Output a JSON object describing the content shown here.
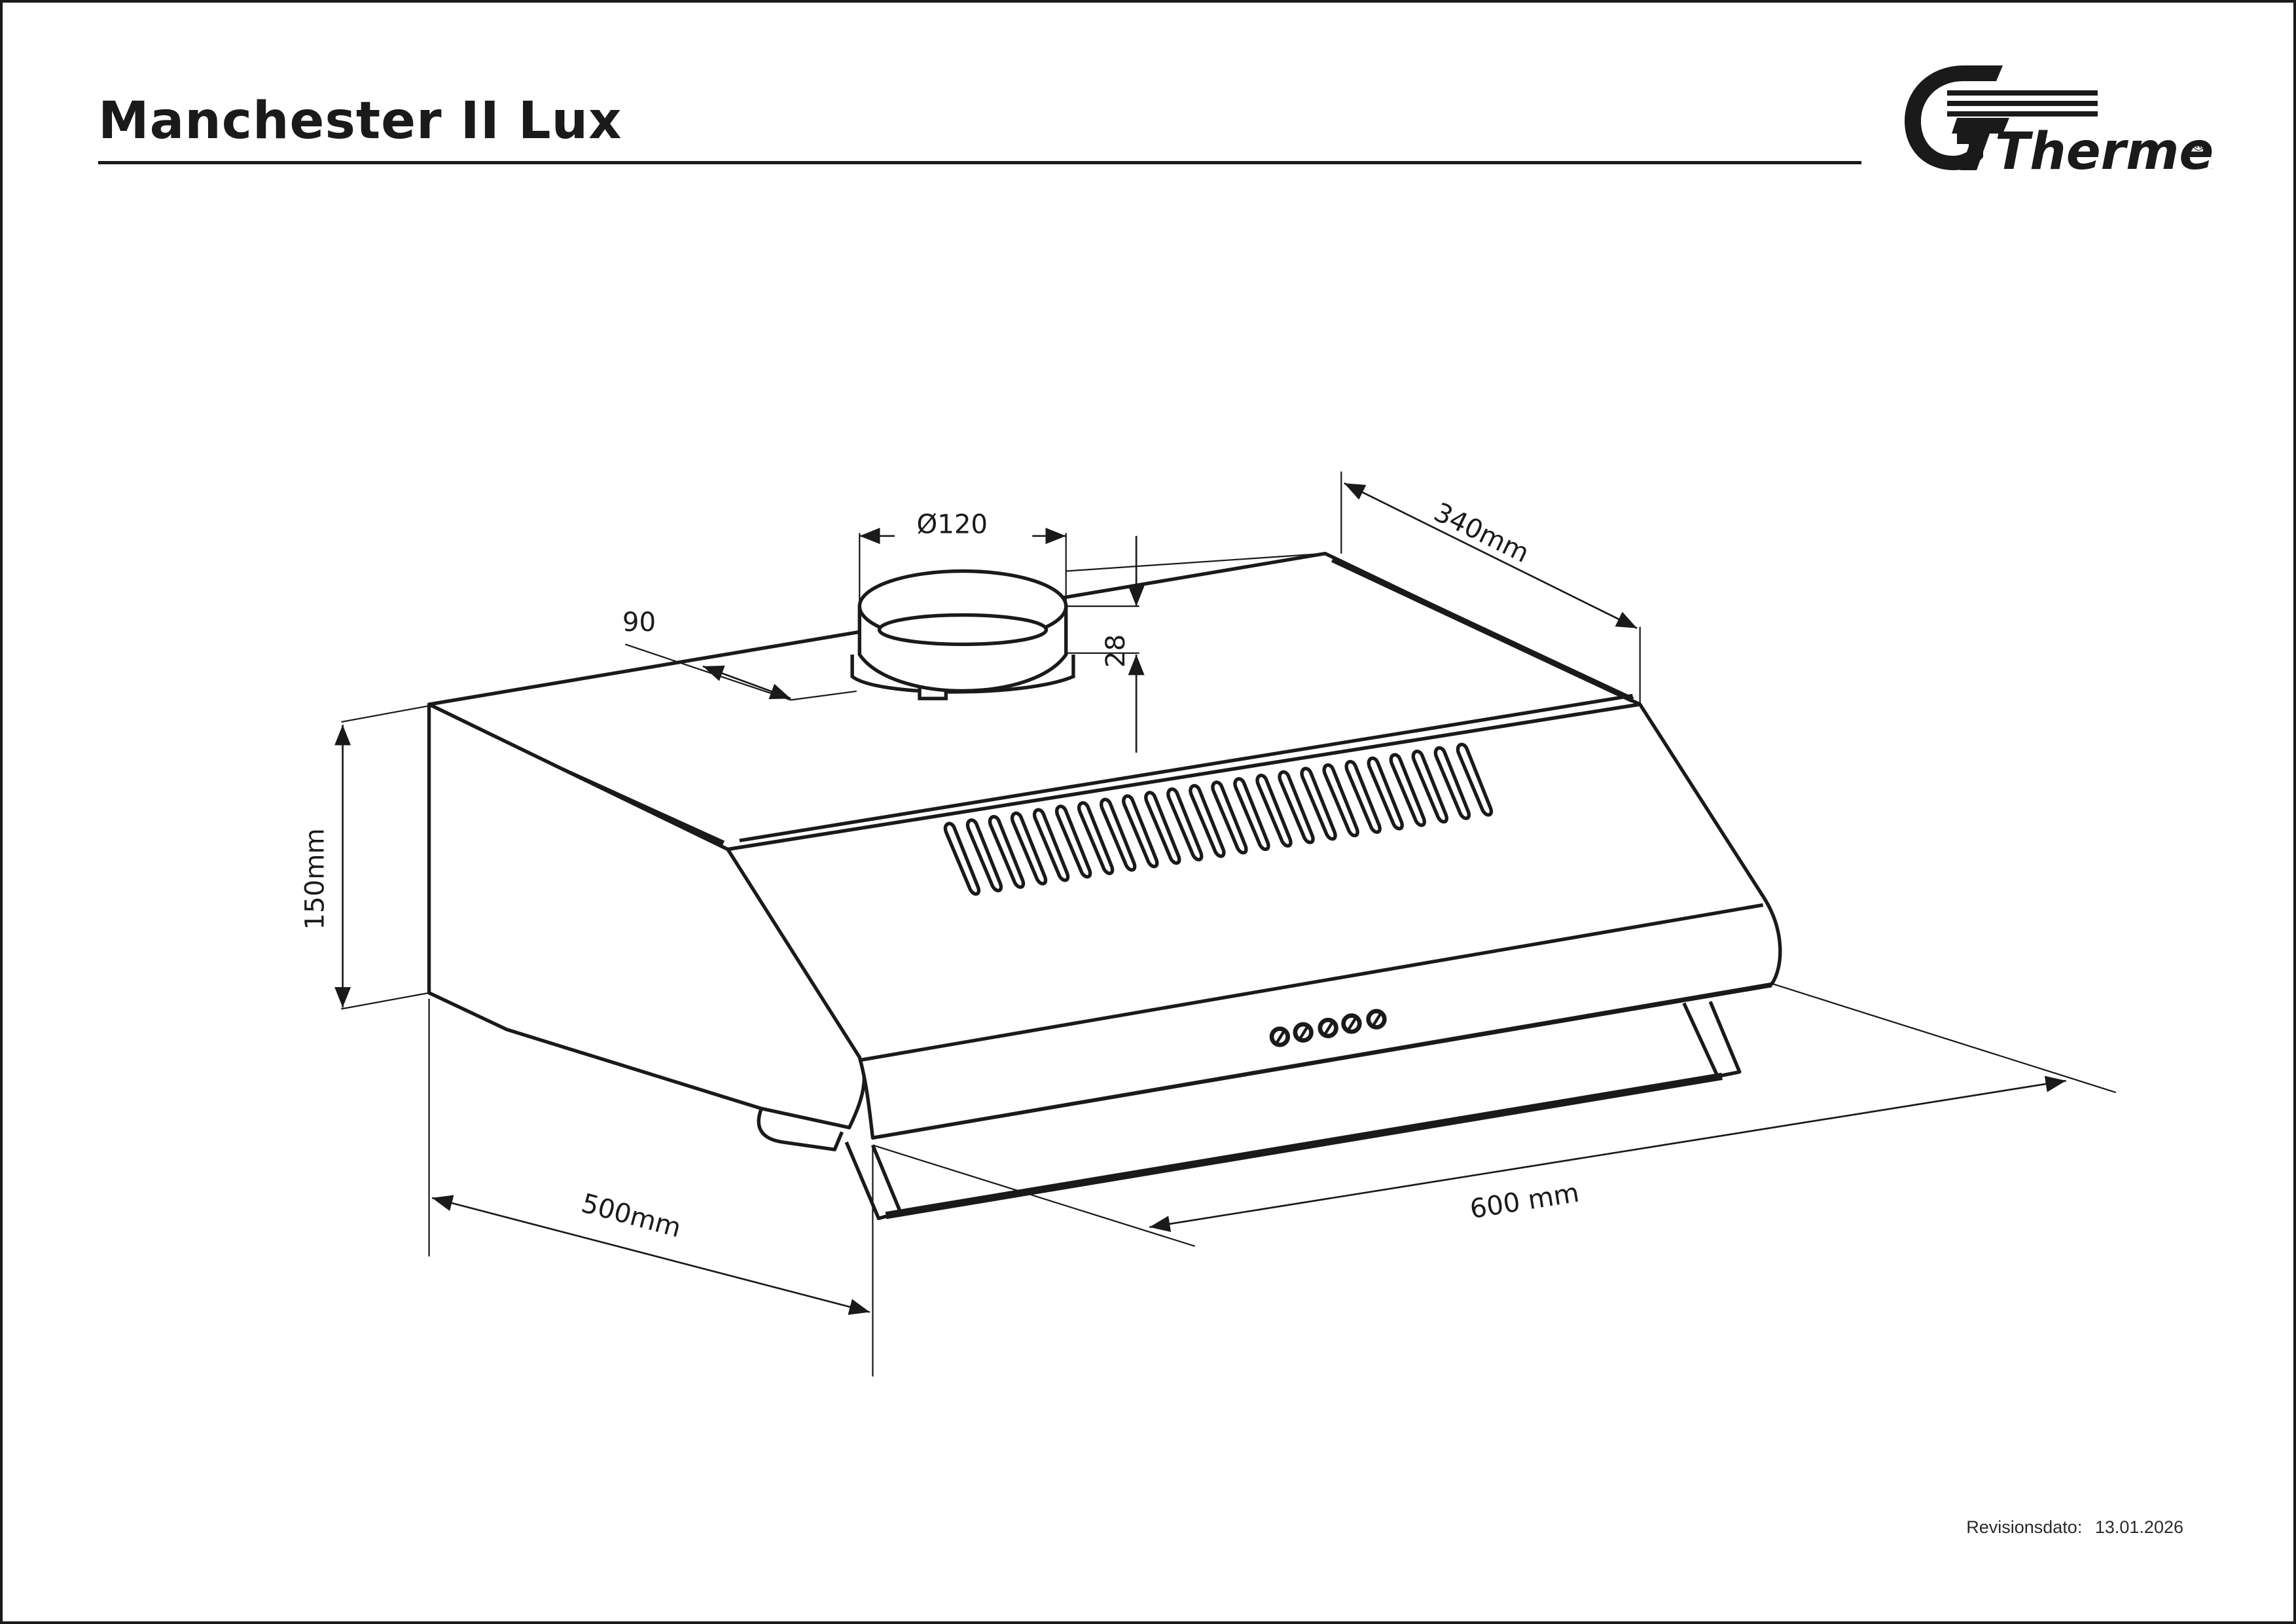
{
  "document": {
    "title": "Manchester II Lux",
    "brand": "Thermex",
    "registered_mark": "®",
    "revision_label": "Revisionsdato:",
    "revision_date": "13.01.2026"
  },
  "dimensions": {
    "duct_diameter": "Ø120",
    "collar_height": "28",
    "duct_offset": "90",
    "depth_top": "340mm",
    "height": "150mm",
    "depth_side": "500mm",
    "width": "600 mm"
  },
  "colors": {
    "line": "#1a1a1a",
    "background": "#ffffff"
  }
}
